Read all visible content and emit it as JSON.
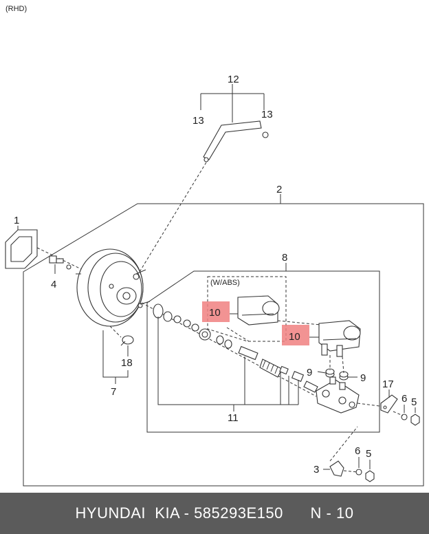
{
  "header": {
    "variant": "(RHD)"
  },
  "callouts": {
    "c1": "1",
    "c2": "2",
    "c3": "3",
    "c4": "4",
    "c5a": "5",
    "c5b": "5",
    "c6a": "6",
    "c6b": "6",
    "c7": "7",
    "c8": "8",
    "c9a": "9",
    "c9b": "9",
    "c10a": "10",
    "c10b": "10",
    "c11": "11",
    "c12": "12",
    "c13a": "13",
    "c13b": "13",
    "c17": "17",
    "c18": "18"
  },
  "notes": {
    "abs": "(W/ABS)"
  },
  "footer": {
    "brand": "HYUNDAI  KIA - 585293E150",
    "ref": "N - 10"
  },
  "colors": {
    "highlight": "#f08080",
    "footer_bg": "#5b5b5b"
  }
}
